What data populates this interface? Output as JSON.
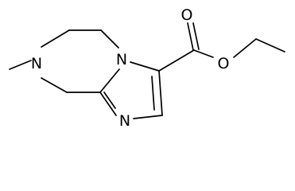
{
  "molecule": {
    "atoms": [
      {
        "id": "a1",
        "label": "N"
      },
      {
        "id": "a2",
        "label": "N"
      },
      {
        "id": "a3",
        "label": "N"
      },
      {
        "id": "a4",
        "label": "O"
      },
      {
        "id": "a5",
        "label": "O"
      }
    ]
  }
}
